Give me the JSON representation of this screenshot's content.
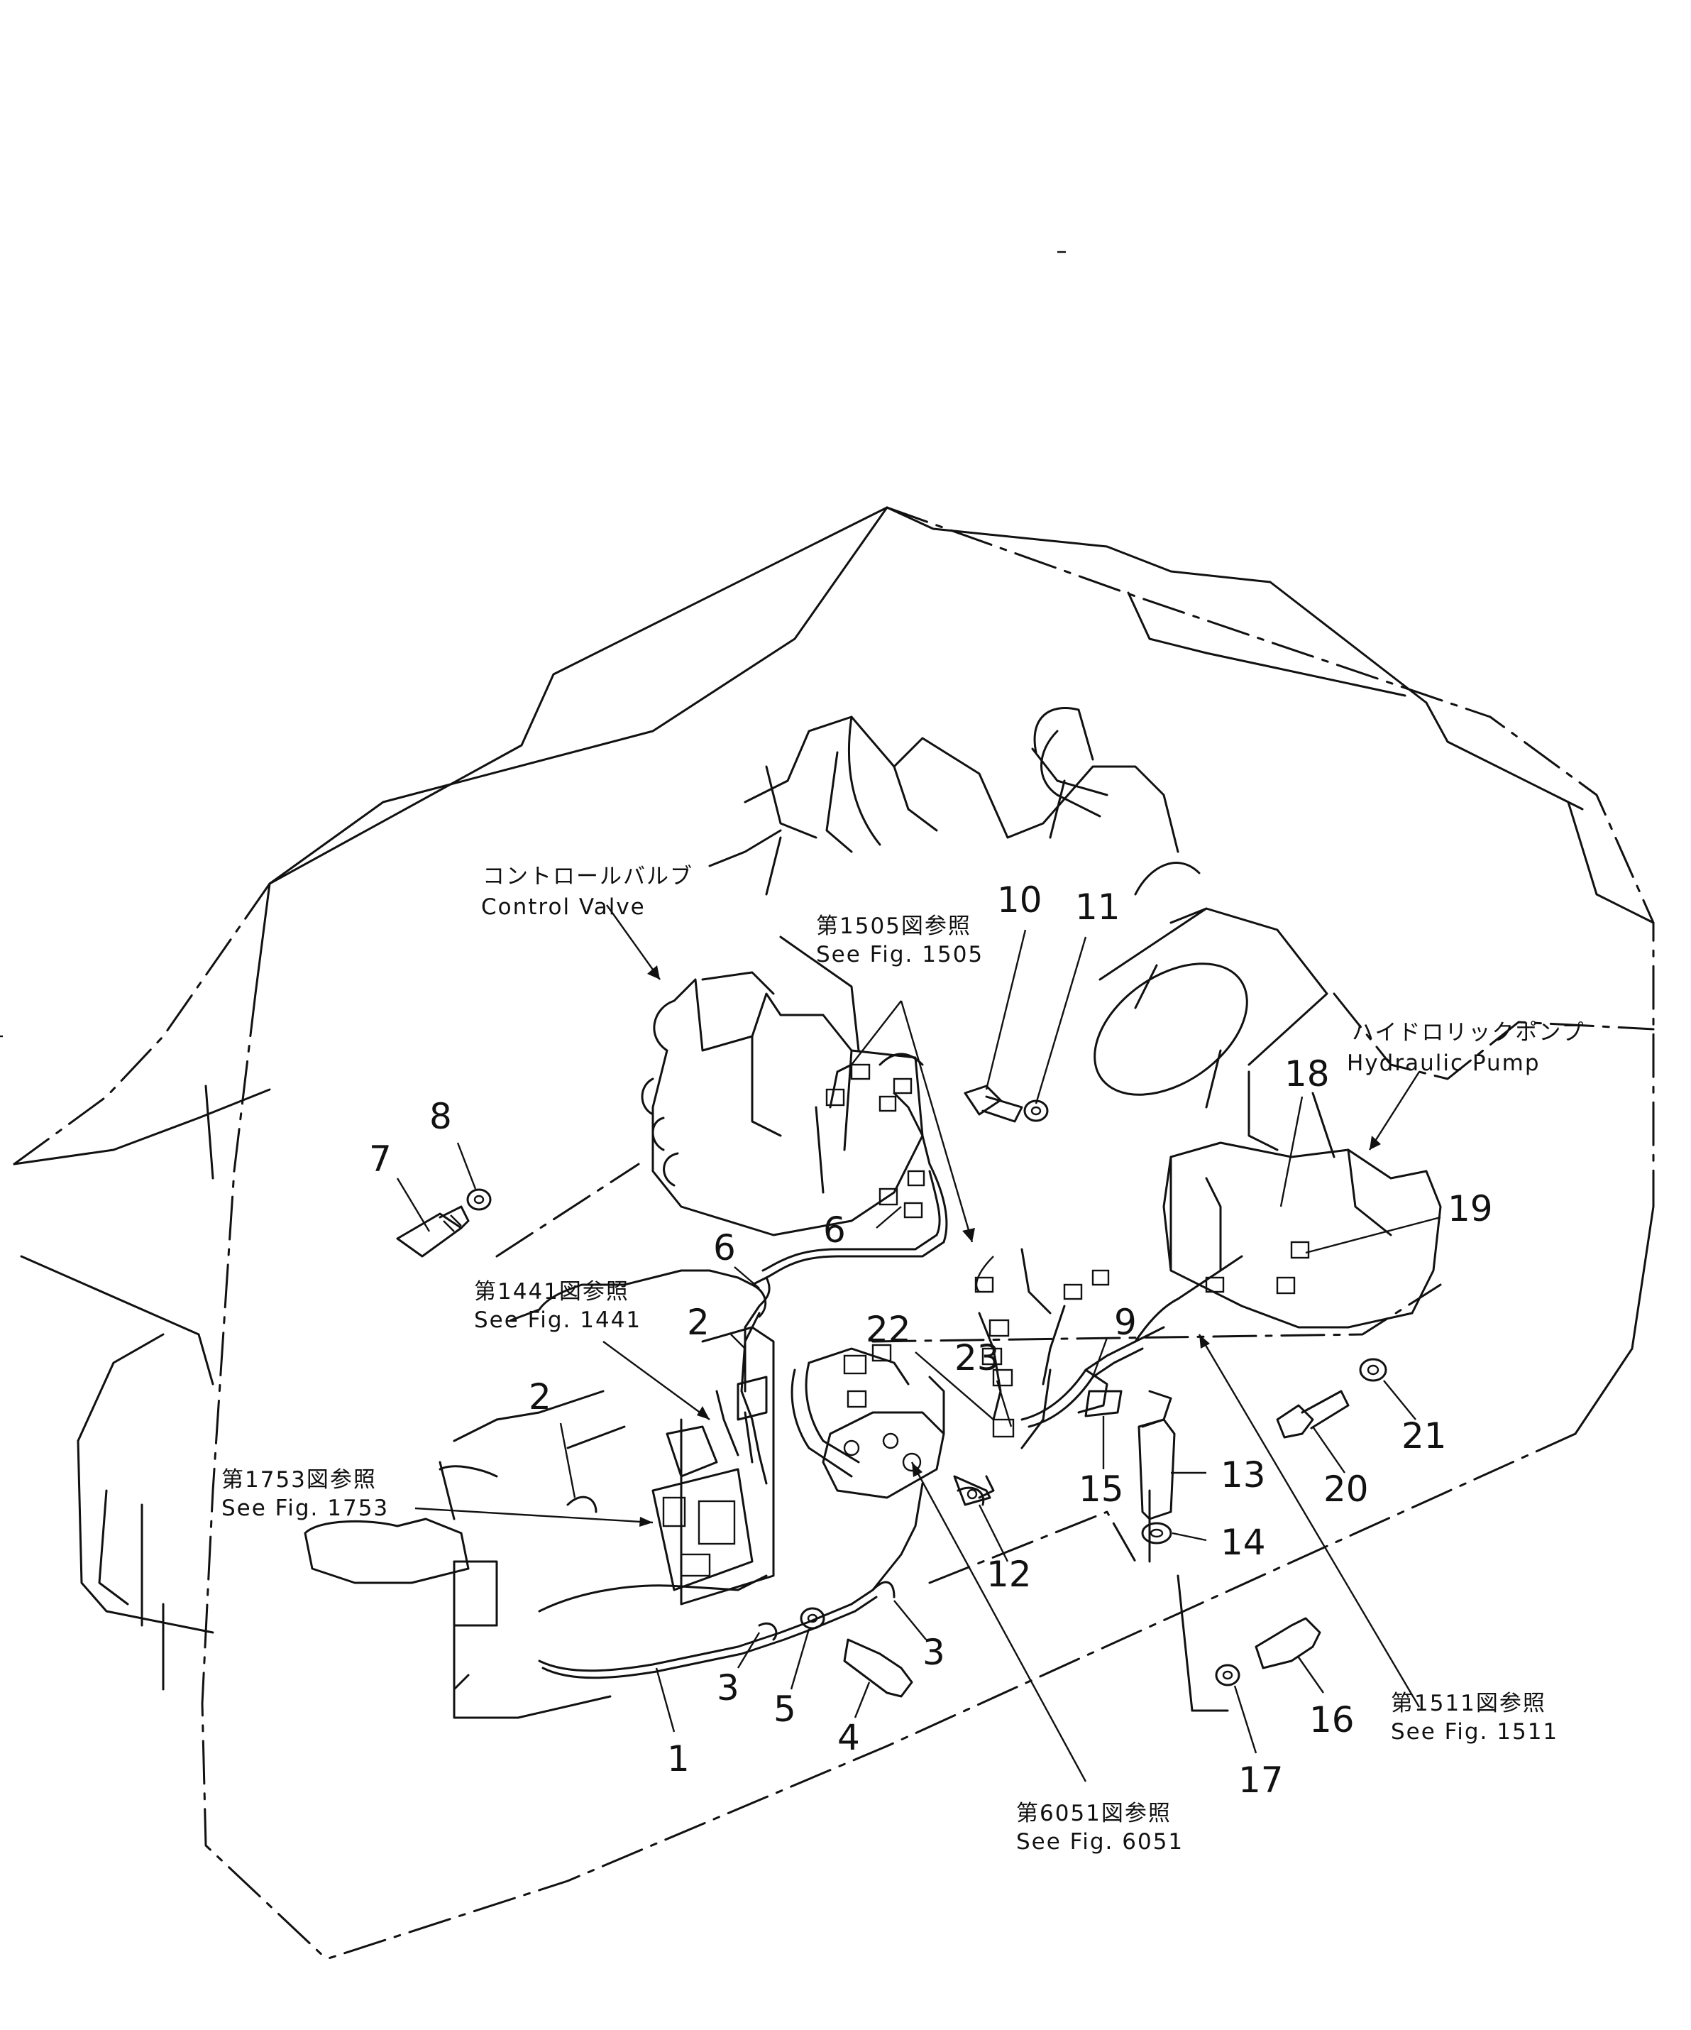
{
  "components": {
    "control_valve": {
      "label_jp": "コントロールバルブ",
      "label_en": "Control Valve"
    },
    "hydraulic_pump": {
      "label_jp": "ハイドロリックポンプ",
      "label_en": "Hydraulic Pump"
    }
  },
  "references": [
    {
      "id": "fig1505",
      "jp": "第1505図参照",
      "en": "See Fig. 1505"
    },
    {
      "id": "fig1441",
      "jp": "第1441図参照",
      "en": "See Fig. 1441"
    },
    {
      "id": "fig1753",
      "jp": "第1753図参照",
      "en": "See Fig. 1753"
    },
    {
      "id": "fig6051",
      "jp": "第6051図参照",
      "en": "See Fig. 6051"
    },
    {
      "id": "fig1511",
      "jp": "第1511図参照",
      "en": "See Fig. 1511"
    }
  ],
  "callouts": {
    "c1": "1",
    "c2a": "2",
    "c2b": "2",
    "c3a": "3",
    "c3b": "3",
    "c4": "4",
    "c5": "5",
    "c6a": "6",
    "c6b": "6",
    "c7": "7",
    "c8": "8",
    "c9": "9",
    "c10": "10",
    "c11": "11",
    "c12": "12",
    "c13": "13",
    "c14": "14",
    "c15": "15",
    "c16": "16",
    "c17": "17",
    "c18": "18",
    "c19": "19",
    "c20": "20",
    "c21": "21",
    "c22": "22",
    "c23": "23"
  }
}
